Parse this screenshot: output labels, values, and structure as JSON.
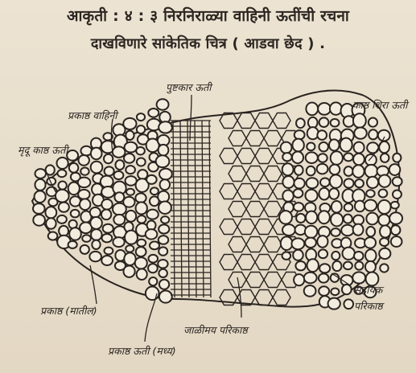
{
  "title": {
    "line1": "आकृती : ४ :  ३ निरनिराळ्या वाहिनी ऊतींची रचना",
    "line2": "दाखविणारे सांकेतिक चित्र ( आडवा छेद ) ."
  },
  "labels": {
    "phloem_fibres": "प्रकाष्ठ वाहिनी",
    "fibre_xylem": "मृदू काष्ठ ऊती",
    "cambium": "पुष्टकार ऊती",
    "xylem_fibres": "काष्ठ शिरा ऊती",
    "phloem_outer": "प्रकाष्ठ (मातील)",
    "phloem_middle": "प्रकाष्ठ ऊती (मध्य)",
    "reticulate_tissue": "जाळीमय परिकाष्ठ",
    "companion": "सहायक",
    "companion_2": "परिकाष्ठ"
  },
  "colors": {
    "ink": "#2a2420",
    "paper": "#e9e0cf"
  }
}
